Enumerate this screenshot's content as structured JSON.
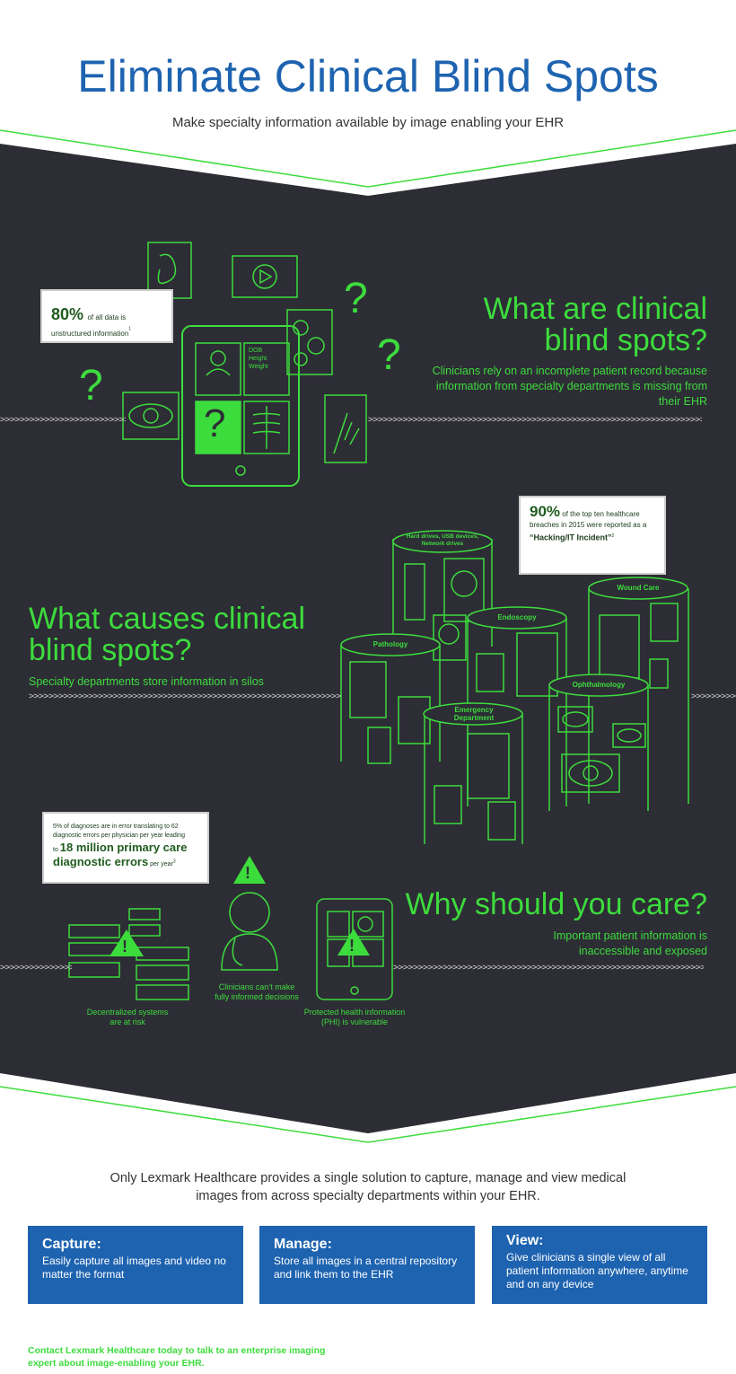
{
  "header": {
    "title": "Eliminate Clinical Blind Spots",
    "subtitle": "Make specialty information available by image enabling your EHR"
  },
  "section1": {
    "heading": "What are clinical blind spots?",
    "description": "Clinicians rely on an incomplete patient record because information from specialty departments is missing from their EHR",
    "stat_value": "80%",
    "stat_text": "of all data is unstructured information",
    "stat_note": "1",
    "tablet_text": [
      "DOB",
      "Height",
      "Weight"
    ]
  },
  "section2": {
    "heading": "What causes clinical blind spots?",
    "description": "Specialty departments store information in silos",
    "stat_value": "90%",
    "stat_text": "of the top ten healthcare breaches in 2015 were reported as a",
    "stat_emph": "“Hacking/IT Incident”",
    "stat_note": "2",
    "silos": [
      "Hard drives, USB devices, Network drives",
      "Wound Care",
      "Endoscopy",
      "Pathology",
      "Ophthalmology",
      "Emergency Department"
    ]
  },
  "section3": {
    "heading": "Why should you care?",
    "description": "Important patient information is inaccessible and exposed",
    "stat_lead": "5% of diagnoses are in error translating to 62 diagnostic errors per physician per year leading",
    "stat_to": "to",
    "stat_big": "18 million primary care diagnostic errors",
    "stat_tail": "per year",
    "stat_note": "3",
    "captions": {
      "systems": "Decentralized systems are at risk",
      "clinicians": "Clinicians can’t make fully informed decisions",
      "phi": "Protected health information (PHI) is vulnerable"
    }
  },
  "solution": {
    "intro": "Only Lexmark Healthcare provides a single solution to capture, manage and view medical images from across specialty departments within your EHR.",
    "boxes": [
      {
        "title": "Capture:",
        "text": "Easily capture all images and video no matter the format"
      },
      {
        "title": "Manage:",
        "text": "Store all images in a central repository and link them to the EHR"
      },
      {
        "title": "View:",
        "text": "Give clinicians a single view of all patient information anywhere, anytime and on any device"
      }
    ]
  },
  "footer": {
    "cta": "Contact Lexmark Healthcare today to talk to an enterprise imaging expert about image-enabling your EHR."
  },
  "colors": {
    "accent": "#3ddc3d",
    "dark_bg": "#2d2d35",
    "brand_blue": "#1e63b0"
  },
  "decor": {
    "arrows": ">>>>>>>>>>>>>>>>>>>>>>>>>>>>>>>>>>>>>>>>>>>>>>>>>>>>>>>>>>>>>>>>>>>>>>>>>>>>>>>>>>>>>>>>>>>>>>>>>>>>>>>",
    "question": "?",
    "warning": "!"
  }
}
